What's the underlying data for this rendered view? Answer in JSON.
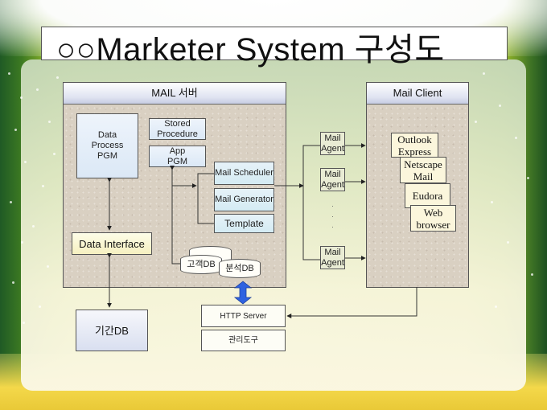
{
  "slide": {
    "title": "○○Marketer System 구성도"
  },
  "mail_server": {
    "header": "MAIL 서버",
    "data_process": "Data\nProcess\nPGM",
    "stored_procedure": "Stored\nProcedure",
    "app_pgm": "App\nPGM",
    "mail_scheduler": "Mail Scheduler",
    "mail_generator": "Mail Generator",
    "template": "Template",
    "data_interface": "Data Interface",
    "db_customer": "고객DB",
    "db_analysis": "분석DB"
  },
  "mail_agents": [
    {
      "label": "Mail\nAgent"
    },
    {
      "label": "Mail\nAgent"
    },
    {
      "label": "Mail\nAgent"
    }
  ],
  "agent_ellipsis": "·\n·\n·",
  "mail_client": {
    "header": "Mail Client",
    "clients": [
      {
        "label": "Outlook\nExpress"
      },
      {
        "label": "Netscape\nMail"
      },
      {
        "label": "Eudora"
      },
      {
        "label": "Web\nbrowser"
      }
    ]
  },
  "core_db": "기간DB",
  "http_server": "HTTP Server",
  "admin_tool": "관리도구",
  "colors": {
    "accent_arrow": "#2f62e0",
    "stone": "#d9d0c2",
    "header_blue": "#c6cce2"
  }
}
